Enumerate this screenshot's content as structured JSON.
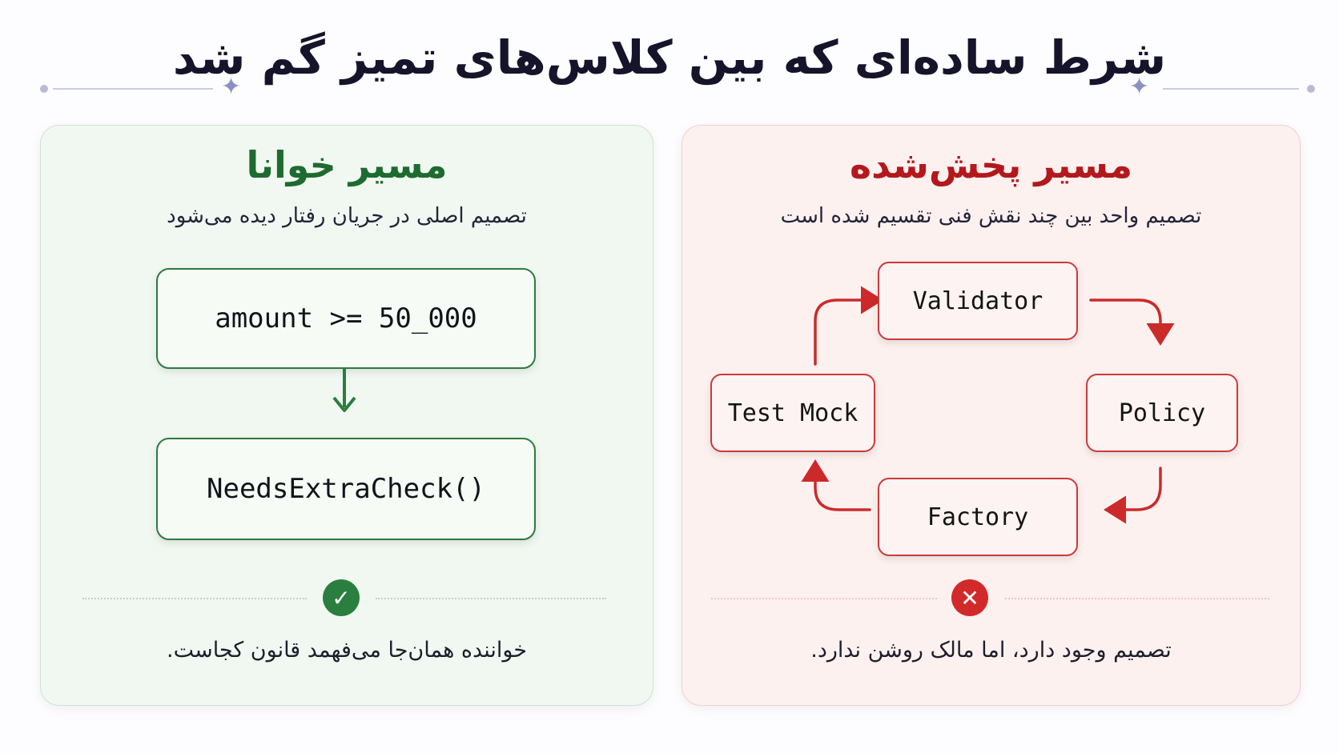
{
  "title": "شرط ساده‌ای که بین کلاس‌های تمیز گم شد",
  "left_panel": {
    "title": "مسیر خوانا",
    "subtitle": "تصمیم اصلی در جریان رفتار دیده می‌شود",
    "code_top": "amount >= 50_000",
    "code_bottom": "NeedsExtraCheck()",
    "status_icon": "check-icon",
    "footer": "خواننده همان‌جا می‌فهمد قانون کجاست.",
    "accent": "#2a7f3e"
  },
  "right_panel": {
    "title": "مسیر پخش‌شده",
    "subtitle": "تصمیم واحد بین چند نقش فنی تقسیم شده است",
    "nodes": {
      "validator": "Validator",
      "policy": "Policy",
      "factory": "Factory",
      "test_mock": "Test Mock"
    },
    "status_icon": "x-icon",
    "footer": "تصمیم وجود دارد، اما مالک روشن ندارد.",
    "accent": "#d22a2a"
  }
}
